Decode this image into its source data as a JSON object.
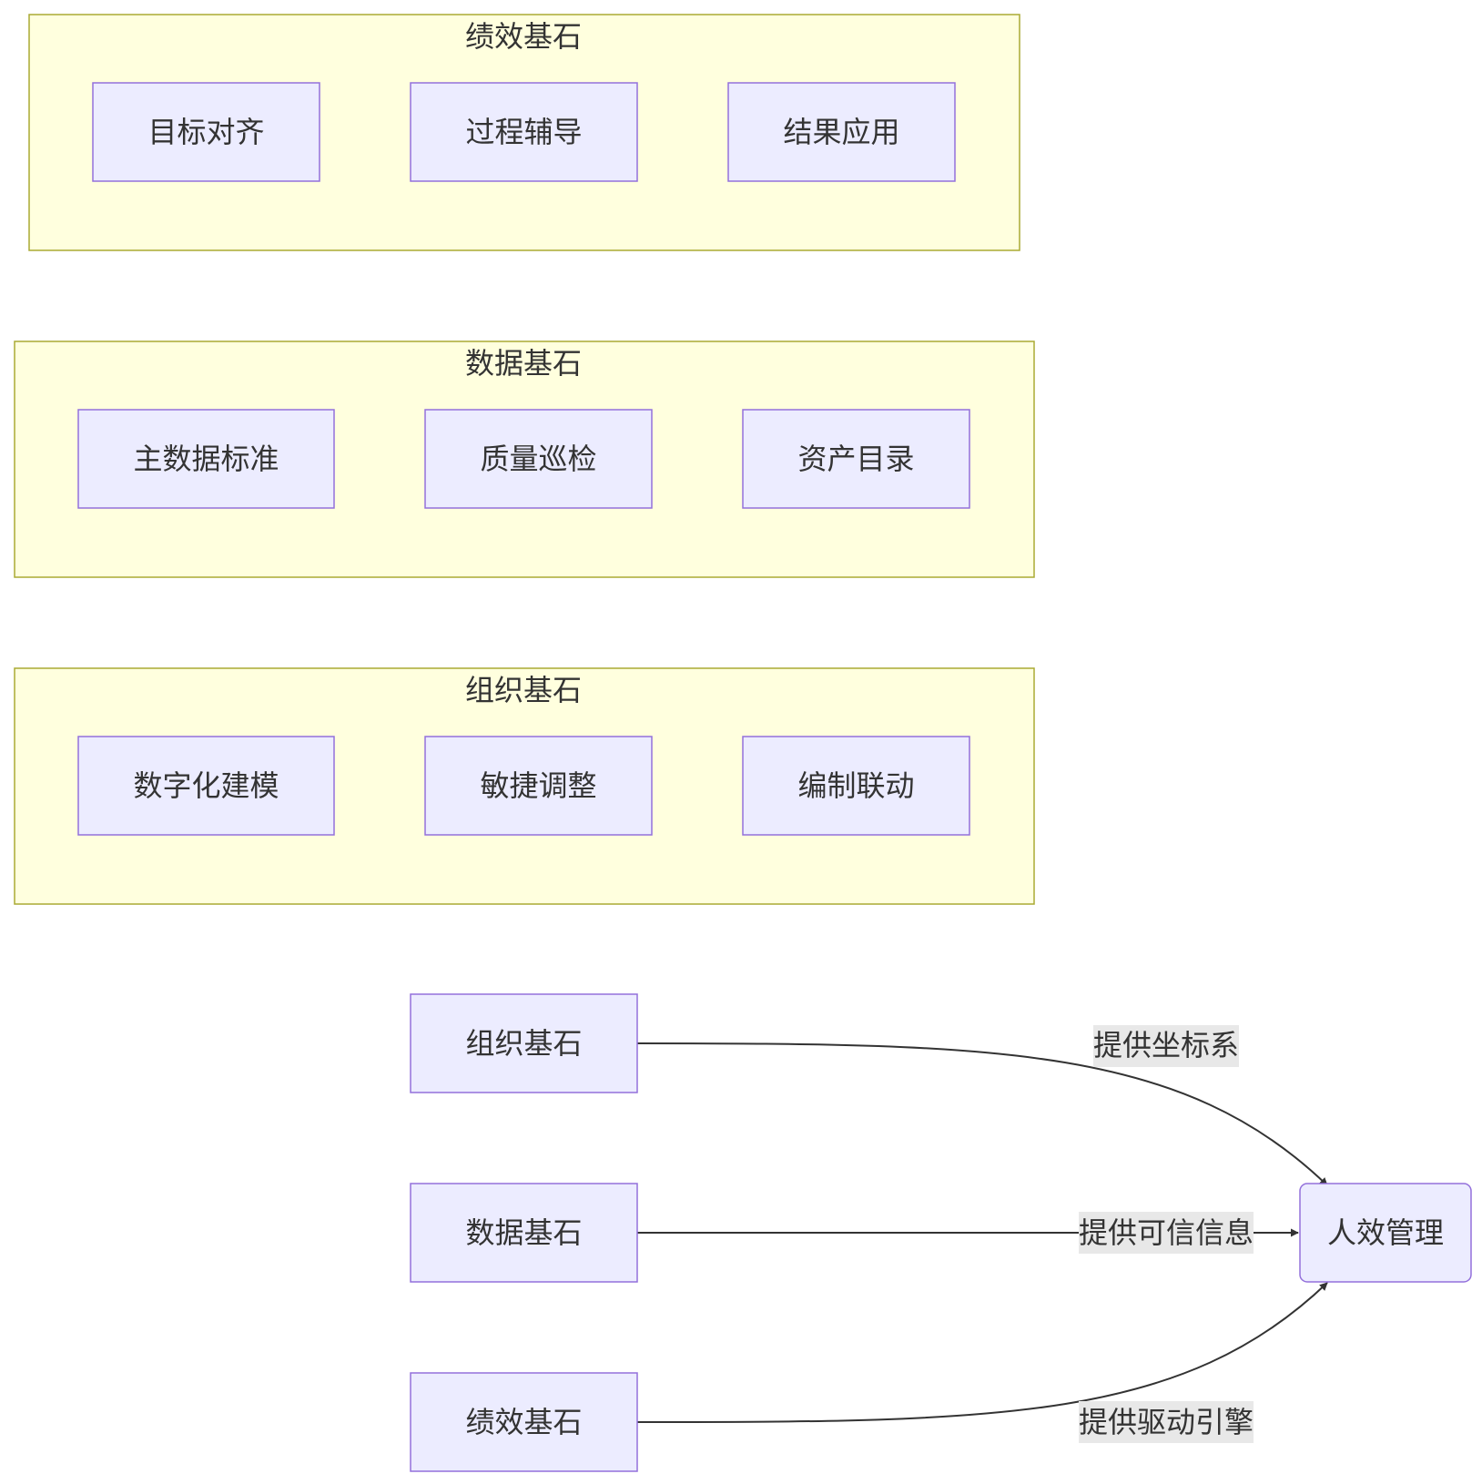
{
  "clusters": [
    {
      "title": "绩效基石",
      "items": [
        "目标对齐",
        "过程辅导",
        "结果应用"
      ]
    },
    {
      "title": "数据基石",
      "items": [
        "主数据标准",
        "质量巡检",
        "资产目录"
      ]
    },
    {
      "title": "组织基石",
      "items": [
        "数字化建模",
        "敏捷调整",
        "编制联动"
      ]
    }
  ],
  "flow": {
    "sources": [
      "组织基石",
      "数据基石",
      "绩效基石"
    ],
    "target": "人效管理",
    "edge_labels": [
      "提供坐标系",
      "提供可信信息",
      "提供驱动引擎"
    ]
  },
  "colors": {
    "cluster_fill": "#ffffde",
    "cluster_stroke": "#aaaa33",
    "node_fill": "#ececff",
    "node_stroke": "#9370db",
    "edge": "#333333",
    "edge_label_bg": "#e8e8e8",
    "text": "#333333"
  }
}
